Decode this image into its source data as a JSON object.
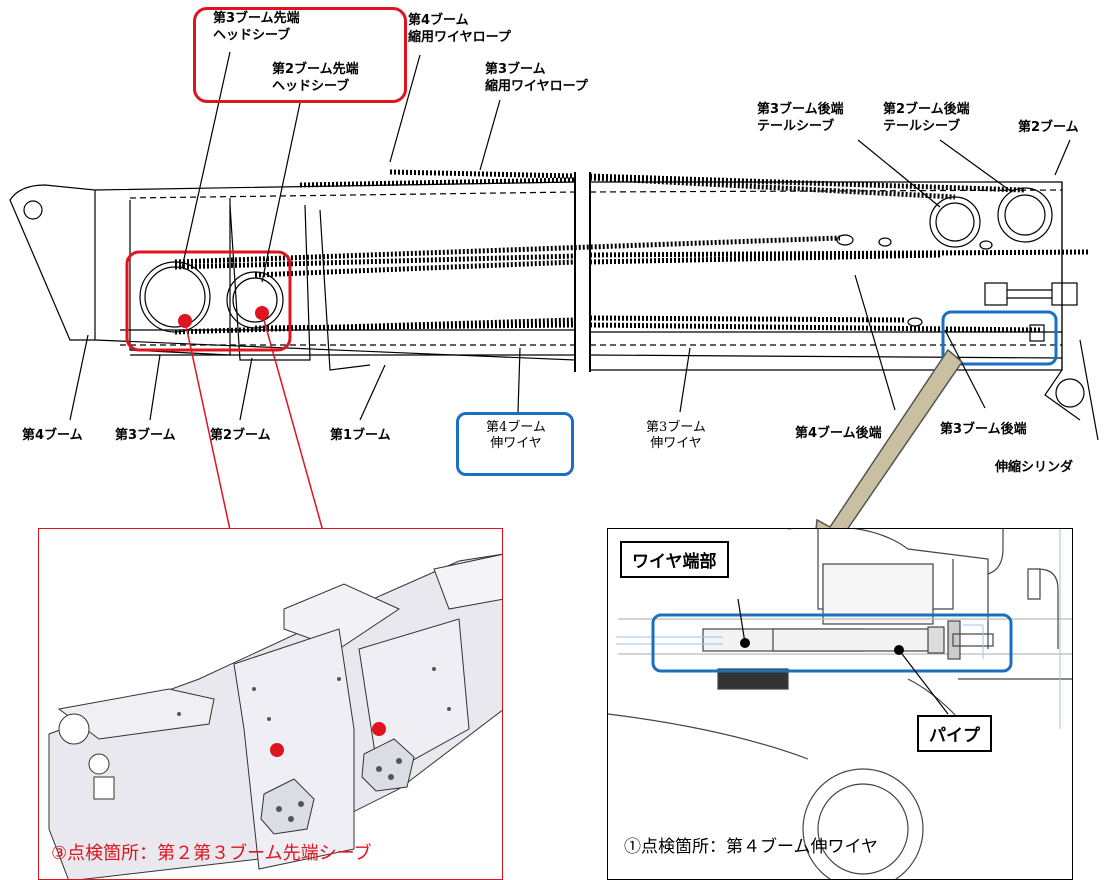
{
  "top_labels": {
    "boom3_head_sheave": "第3ブーム先端\nヘッドシーブ",
    "boom2_head_sheave": "第2ブーム先端\nヘッドシーブ",
    "boom4_retract_wire": "第4ブーム\n縮用ワイヤロープ",
    "boom3_retract_wire": "第3ブーム\n縮用ワイヤロープ",
    "boom3_tail_sheave": "第3ブーム後端\nテールシーブ",
    "boom2_tail_sheave": "第2ブーム後端\nテールシーブ",
    "boom2_right": "第2ブーム"
  },
  "bottom_labels": {
    "boom4": "第4ブーム",
    "boom3": "第3ブーム",
    "boom2": "第2ブーム",
    "boom1": "第1ブーム",
    "boom4_extend_wire": "第4ブーム\n伸ワイヤ",
    "boom3_extend_wire": "第3ブーム\n伸ワイヤ",
    "boom4_rear": "第4ブーム後端",
    "boom3_rear": "第3ブーム後端",
    "telescopic_cylinder": "伸縮シリンダ"
  },
  "left_panel": {
    "caption": "③点検箇所：第２第３ブーム先端シーブ"
  },
  "right_panel": {
    "callout_wire_end": "ワイヤ端部",
    "callout_pipe": "パイプ",
    "caption": "①点検箇所：第４ブーム伸ワイヤ"
  },
  "colors": {
    "red": "#e0141e",
    "blue": "#1a6fc0",
    "arrow_fill": "#c8c0a0"
  }
}
